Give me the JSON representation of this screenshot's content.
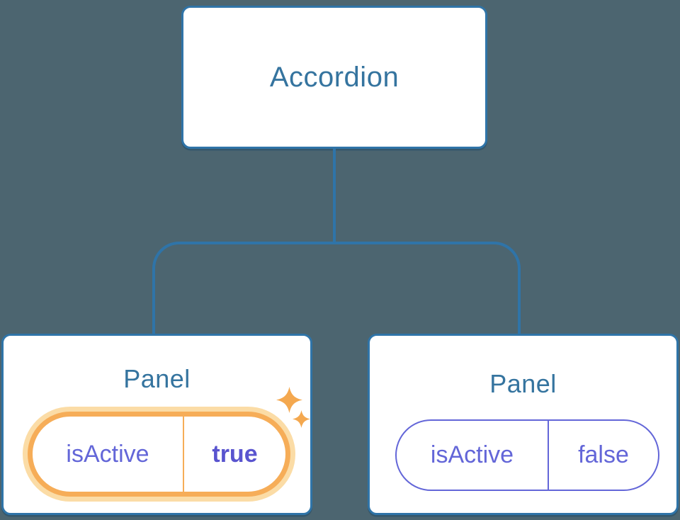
{
  "diagram": {
    "type": "component-tree",
    "root": {
      "label": "Accordion"
    },
    "children": [
      {
        "label": "Panel",
        "prop": {
          "name": "isActive",
          "value": "true"
        },
        "highlighted": true
      },
      {
        "label": "Panel",
        "prop": {
          "name": "isActive",
          "value": "false"
        },
        "highlighted": false
      }
    ],
    "icons": {
      "sparkle_large": "sparkle-icon",
      "sparkle_small": "sparkle-icon"
    },
    "colors": {
      "background": "#4c6570",
      "connector_blue": "#2f74a8",
      "node_border_blue": "#2f74a8",
      "node_background": "#ffffff",
      "node_label_blue": "#35749f",
      "prop_purple": "#6366d8",
      "prop_value_bold_purple": "#5954cf",
      "highlight_orange": "#f6ad58",
      "highlight_halo_orange": "#fbdca6",
      "sparkle_orange": "#f4a84f"
    }
  }
}
